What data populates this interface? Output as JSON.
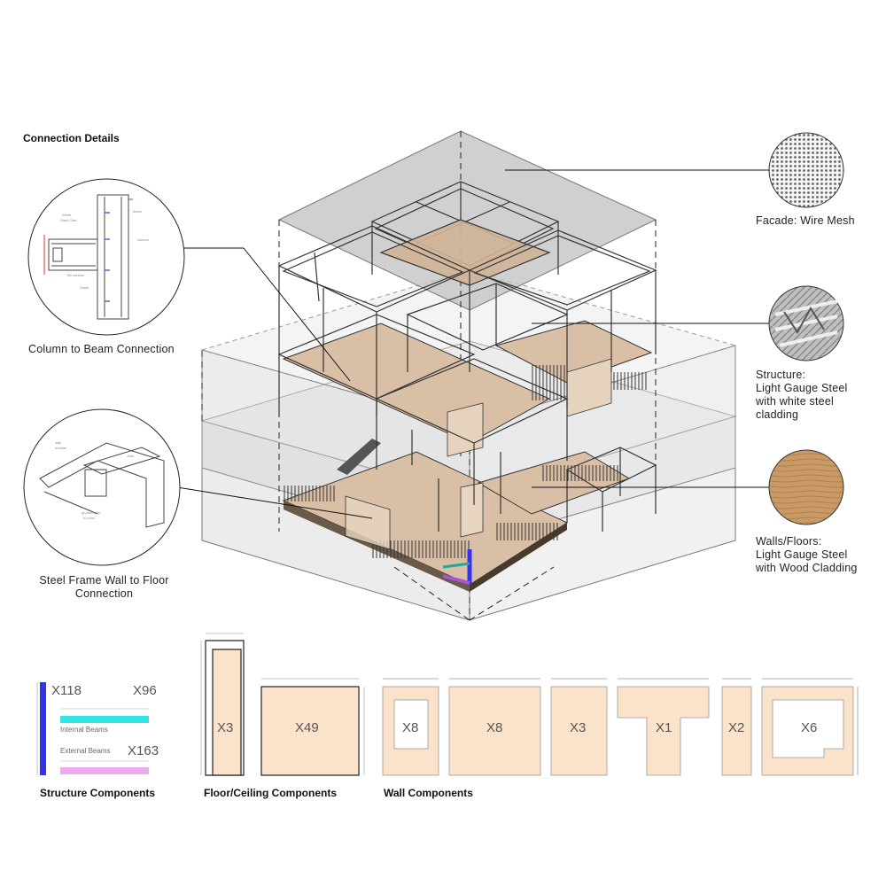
{
  "headings": {
    "connection_details": "Connection Details",
    "structure_components": "Structure Components",
    "floor_components": "Floor/Ceiling Components",
    "wall_components": "Wall Components"
  },
  "callouts": {
    "column_to_beam": "Column to Beam Connection",
    "wall_to_floor_line1": "Steel Frame Wall to Floor",
    "wall_to_floor_line2": "Connection",
    "facade": "Facade: Wire Mesh",
    "structure": [
      "Structure:",
      "Light Gauge Steel",
      "with white steel",
      "cladding"
    ],
    "walls_floors": [
      "Walls/Floors:",
      "Light Gauge Steel",
      "with Wood Cladding"
    ]
  },
  "sketch_notes": {
    "beam_sketch": [
      "White",
      "Steel Clad",
      "beam",
      "column",
      "Tek screws",
      "Studs"
    ],
    "floor_sketch": [
      "wall",
      "bracket",
      "Joist",
      "ground strip",
      "to conc."
    ]
  },
  "structure_components": {
    "column_count": "X118",
    "internal_beam_count": "X96",
    "internal_beam_label": "Internal Beams",
    "external_beam_count": "X163",
    "external_beam_label": "External Beams",
    "colors": {
      "column": "#3333ee",
      "internal_beam": "#33e6e6",
      "external_beam": "#eeaaee"
    }
  },
  "floor_components": [
    {
      "count": "X3"
    },
    {
      "count": "X49"
    }
  ],
  "wall_components": [
    {
      "count": "X8",
      "shape": "window"
    },
    {
      "count": "X8",
      "shape": "solid"
    },
    {
      "count": "X3",
      "shape": "solid"
    },
    {
      "count": "X1",
      "shape": "t-shape"
    },
    {
      "count": "X2",
      "shape": "narrow"
    },
    {
      "count": "X6",
      "shape": "wide-window"
    }
  ],
  "colors": {
    "panel_fill": "#fbe3cb",
    "wood": "#c9a07a",
    "mesh": "#c8c8c8"
  }
}
